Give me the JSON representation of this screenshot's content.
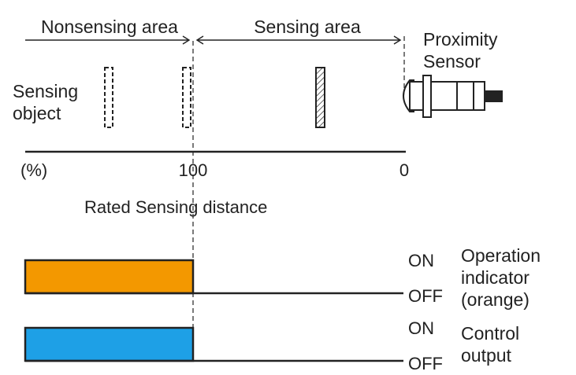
{
  "labels": {
    "nonsensing_area": "Nonsensing area",
    "sensing_area": "Sensing area",
    "proximity_sensor_line1": "Proximity",
    "proximity_sensor_line2": "Sensor",
    "sensing_object_line1": "Sensing",
    "sensing_object_line2": "object",
    "percent_unit": "(%)",
    "tick_100": "100",
    "tick_0": "0",
    "rated_sensing_distance": "Rated Sensing distance"
  },
  "signals": [
    {
      "on_label": "ON",
      "off_label": "OFF",
      "name_lines": [
        "Operation",
        "indicator",
        "(orange)"
      ],
      "color": "#f39800"
    },
    {
      "on_label": "ON",
      "off_label": "OFF",
      "name_lines": [
        "Control",
        "output"
      ],
      "color": "#1ea0e6"
    }
  ],
  "colors": {
    "line": "#222222",
    "text": "#222222"
  }
}
